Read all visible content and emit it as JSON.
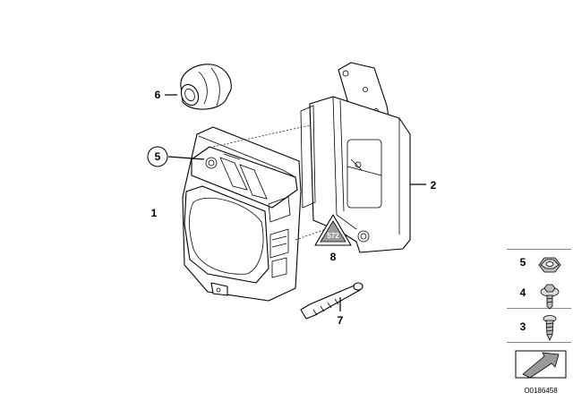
{
  "callouts": {
    "c1": "1",
    "c2": "2",
    "c5": "5",
    "c6": "6",
    "c7": "7",
    "c8": "8"
  },
  "warning_label": "572",
  "legend": {
    "items": [
      {
        "number": "5",
        "icon": "hex-nut-icon"
      },
      {
        "number": "4",
        "icon": "flange-bolt-icon"
      },
      {
        "number": "3",
        "icon": "self-tapping-screw-icon"
      }
    ]
  },
  "document_id": "O0186458"
}
